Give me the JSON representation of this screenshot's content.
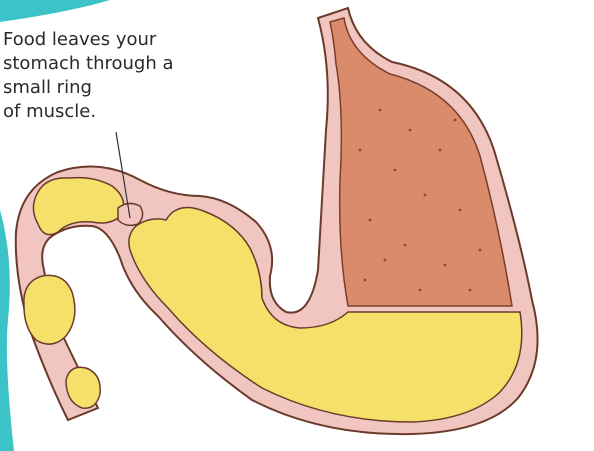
{
  "caption": {
    "lines": [
      "Food leaves your",
      "stomach through a",
      "small ring",
      "of muscle."
    ]
  },
  "colors": {
    "teal_edge": "#3cc3c8",
    "stomach_wall": "#f2c6c0",
    "stomach_lining": "#d98b6c",
    "food": "#f5e06a",
    "outline": "#6b3a2a"
  }
}
